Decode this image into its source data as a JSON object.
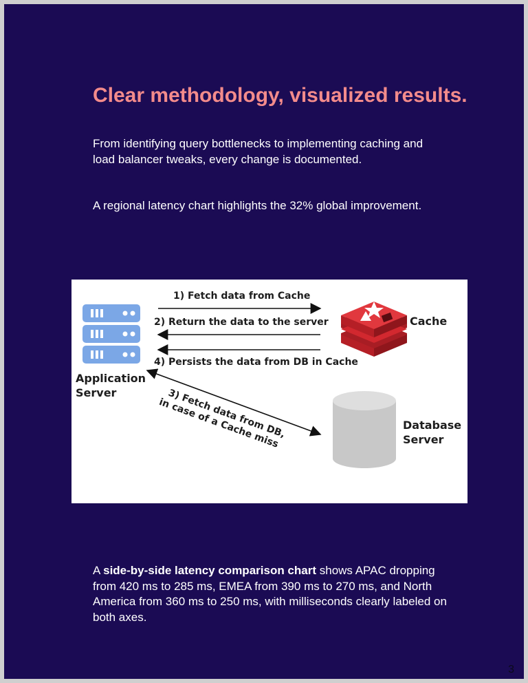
{
  "heading": "Clear methodology, visualized results.",
  "intro": "From identifying query bottlenecks to implementing caching and load balancer tweaks, every change is documented.",
  "chart_note": "A regional latency chart highlights the 32% global improvement.",
  "diagram": {
    "step1": "1) Fetch data from Cache",
    "step2": "2) Return the data to the server",
    "step4": "4) Persists the data from DB in Cache",
    "step3_line1": "3) Fetch data from DB,",
    "step3_line2": "in case of a Cache miss",
    "app_server_line1": "Application",
    "app_server_line2": "Server",
    "cache_label": "Cache",
    "db_line1": "Database",
    "db_line2": "Server"
  },
  "comparison": {
    "prefix": "A ",
    "bold": "side-by-side latency comparison chart",
    "rest": " shows APAC dropping from 420 ms to 285 ms, EMEA from 390 ms to 270 ms, and North America from 360 ms to 250 ms, with milliseconds clearly labeled on both axes."
  },
  "page_number": "3",
  "colors": {
    "background": "#1b0b54",
    "heading": "#f38b8b",
    "server_icon": "#7ba7e6",
    "cache_icon": "#d2282f",
    "database_icon": "#c8c8c8"
  }
}
